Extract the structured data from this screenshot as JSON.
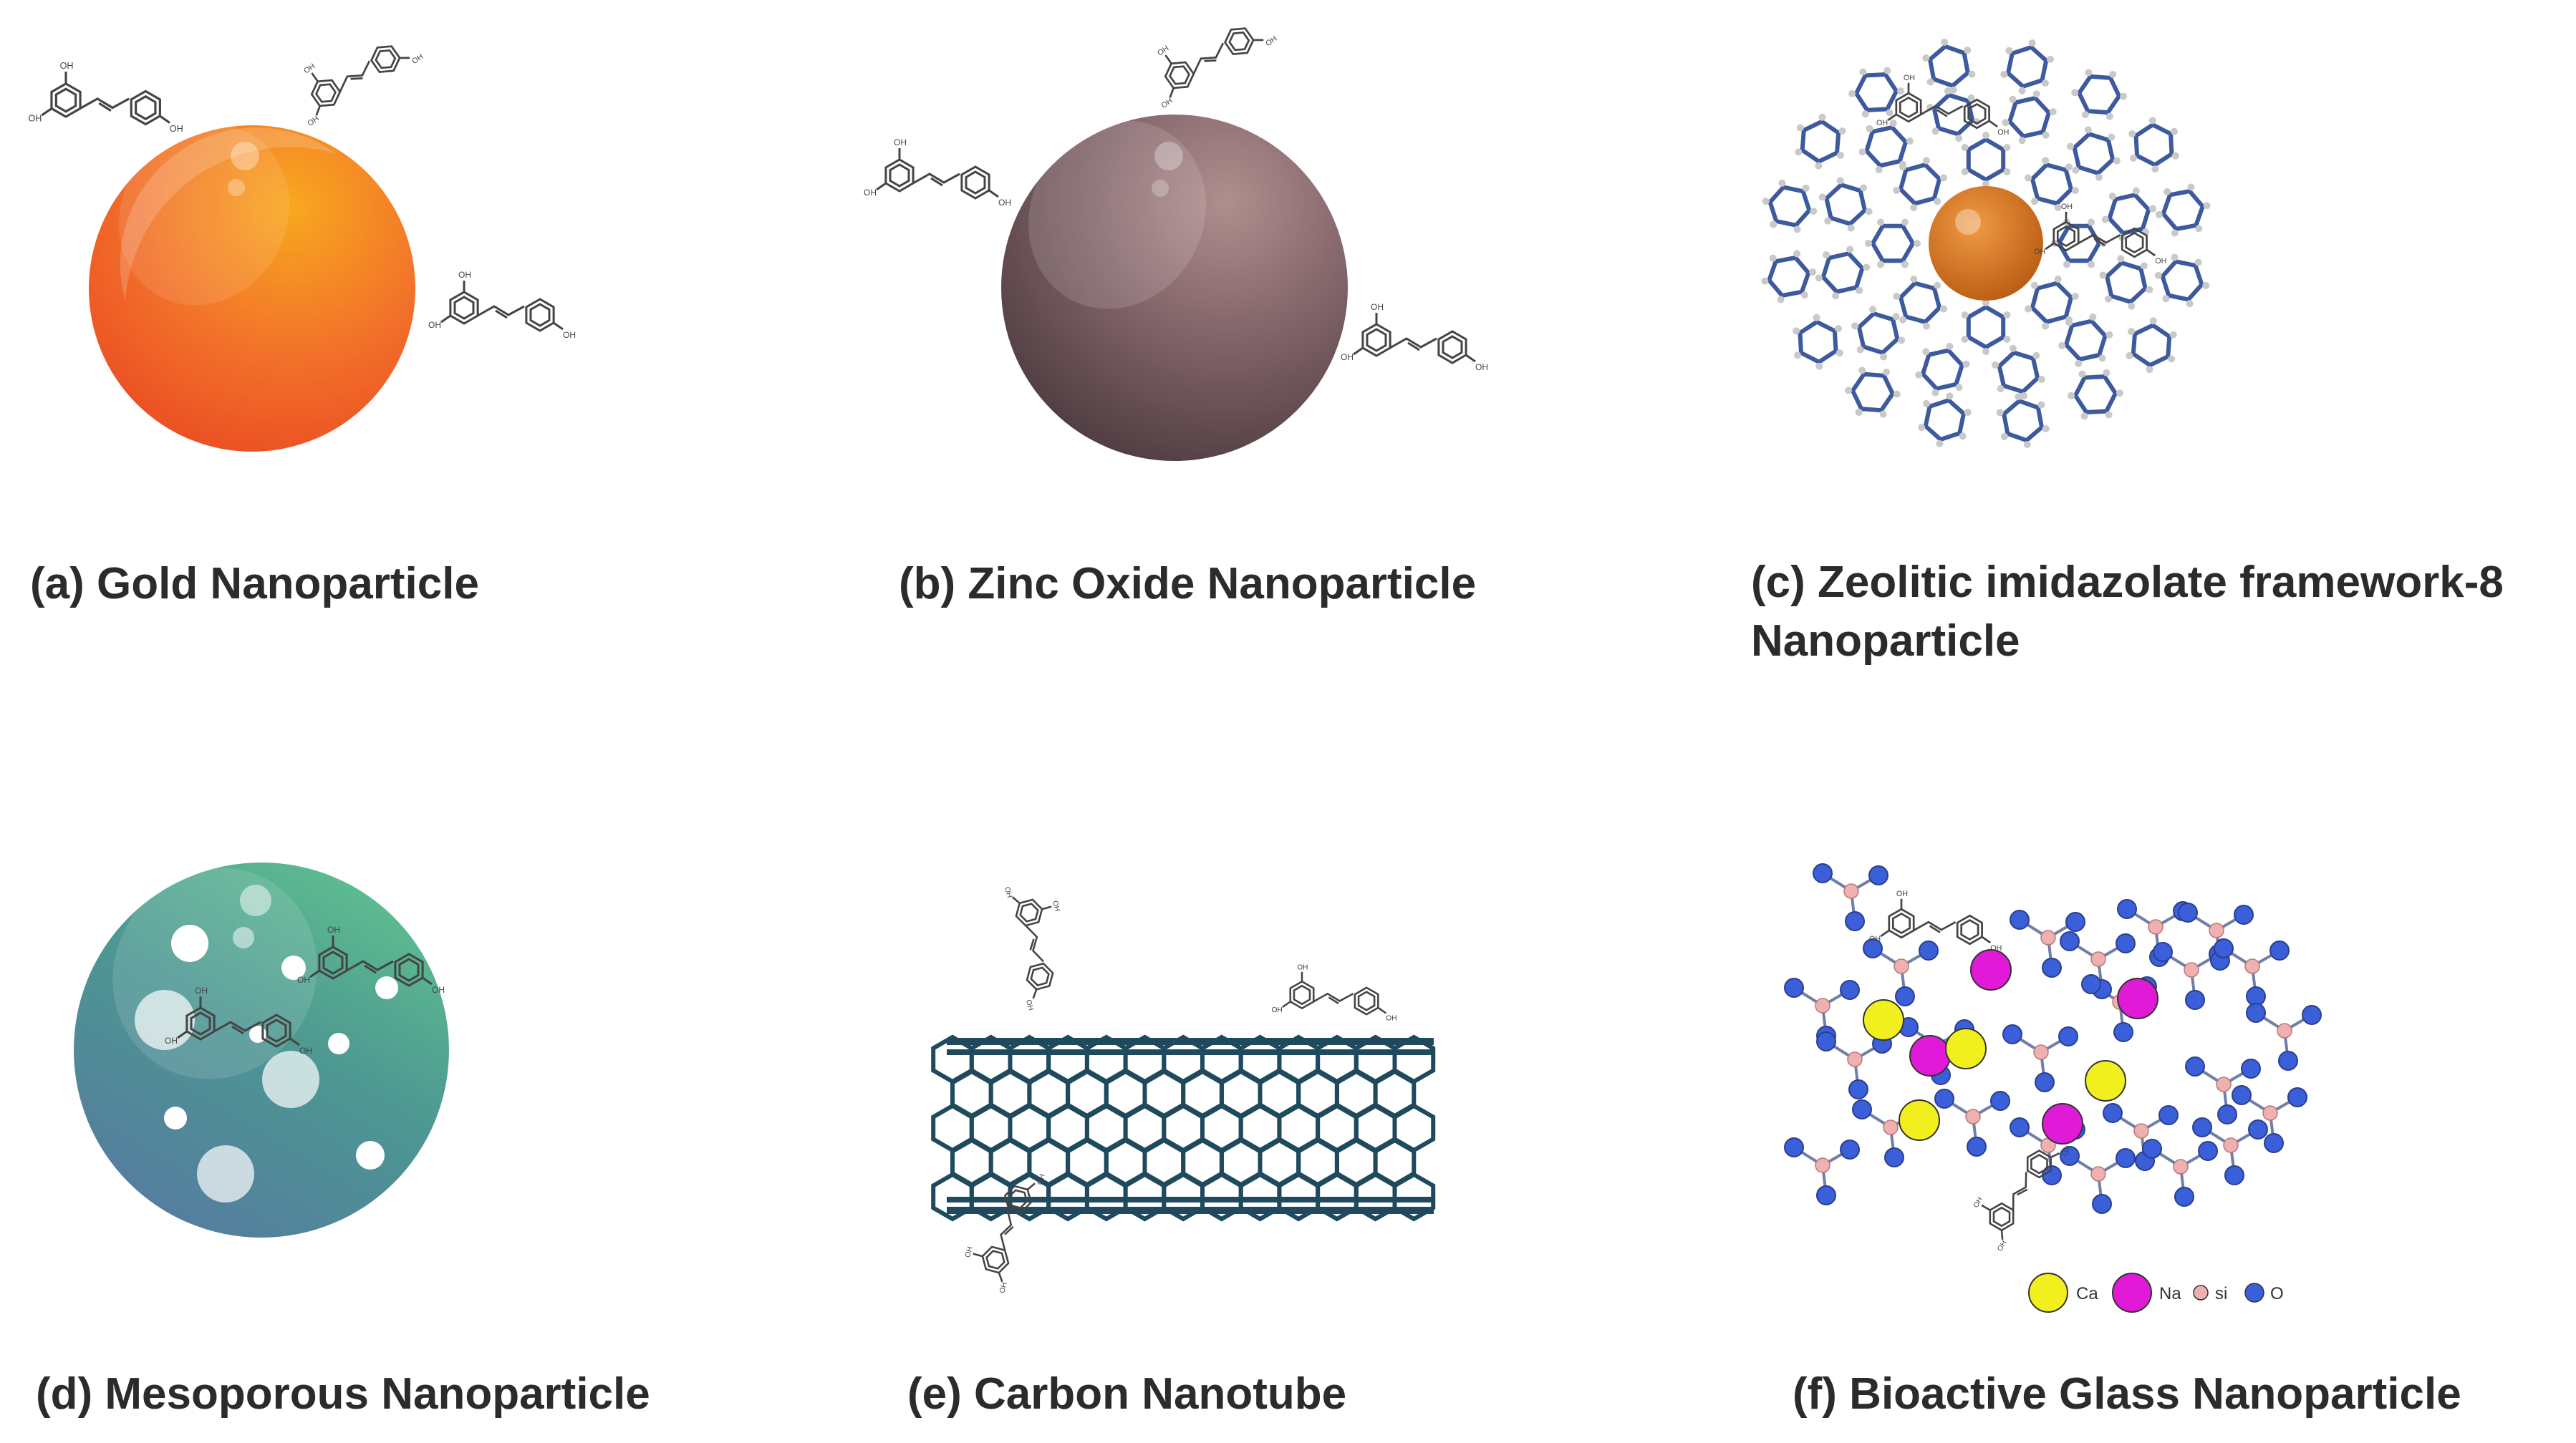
{
  "panels": {
    "a": {
      "caption": "(a) Gold Nanoparticle"
    },
    "b": {
      "caption": "(b) Zinc Oxide Nanoparticle"
    },
    "c": {
      "caption_line1": "(c) Zeolitic imidazolate framework-8",
      "caption_line2": "Nanoparticle"
    },
    "d": {
      "caption": "(d) Mesoporous Nanoparticle"
    },
    "e": {
      "caption": "(e) Carbon Nanotube"
    },
    "f": {
      "caption": "(f) Bioactive Glass Nanoparticle",
      "legend": {
        "ca": "Ca",
        "na": "Na",
        "si": "si",
        "o": "O"
      }
    }
  },
  "molecule_label": "OH",
  "colors": {
    "gold": "#f26a21",
    "zinc_oxide": "#6e5458",
    "zif_core": "#d9731c",
    "zif_framework": "#3d5a9e",
    "mesoporous": "#3f8a8a",
    "nanotube": "#1f4a5e",
    "ca": "#f2ef1e",
    "na": "#e01ad6",
    "si": "#efb0b0",
    "o": "#3a5fd9"
  }
}
